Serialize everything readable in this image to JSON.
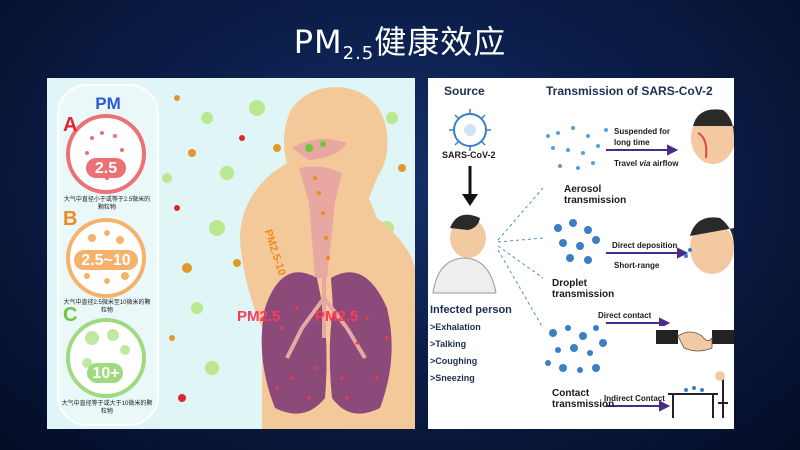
{
  "slide": {
    "title_main": "PM",
    "title_sub": "2.5",
    "title_rest": "健康效应"
  },
  "left_panel": {
    "pm_header": "PM",
    "items": [
      {
        "grade": "A",
        "label": "2.5",
        "desc": "大气中直径小于或等于2.5微米的颗粒物",
        "color": "#e0262c"
      },
      {
        "grade": "B",
        "label": "2.5~10",
        "desc": "大气中直径2.5微米至10微米的颗粒物",
        "color": "#f0891d"
      },
      {
        "grade": "C",
        "label": "10+",
        "desc": "大气中直径等于或大于10微米的颗粒物",
        "color": "#6cc63c"
      }
    ],
    "airway_label": "PM2.5-10",
    "lung_left_label": "PM2.5",
    "lung_right_label": "PM2.5"
  },
  "right_panel": {
    "source_title": "Source",
    "transmission_title": "Transmission of SARS-CoV-2",
    "virus_label": "SARS-CoV-2",
    "infected_title": "Infected person",
    "actions": [
      ">Exhalation",
      ">Talking",
      ">Coughing",
      ">Sneezing"
    ],
    "aerosol": {
      "label_1": "Aerosol",
      "label_2": "transmission",
      "note_1": "Suspended for",
      "note_2": "long time",
      "note_3_pre": "Travel ",
      "note_3_em": "via",
      "note_3_post": " airflow"
    },
    "droplet": {
      "label_1": "Droplet",
      "label_2": "transmission",
      "note_1": "Direct deposition",
      "note_2": "Short-range"
    },
    "contact": {
      "label_1": "Contact",
      "label_2": "transmission",
      "note_1": "Direct contact",
      "note_2": "Indirect Contact"
    }
  },
  "colors": {
    "background": "#0b1e4a",
    "left_panel_bg": "#dff5f6",
    "body_skin": "#f4c99a",
    "lung": "#8b4a7a",
    "arrow_purple": "#4a2a8a",
    "particle_blue": "#3a7fc6"
  }
}
